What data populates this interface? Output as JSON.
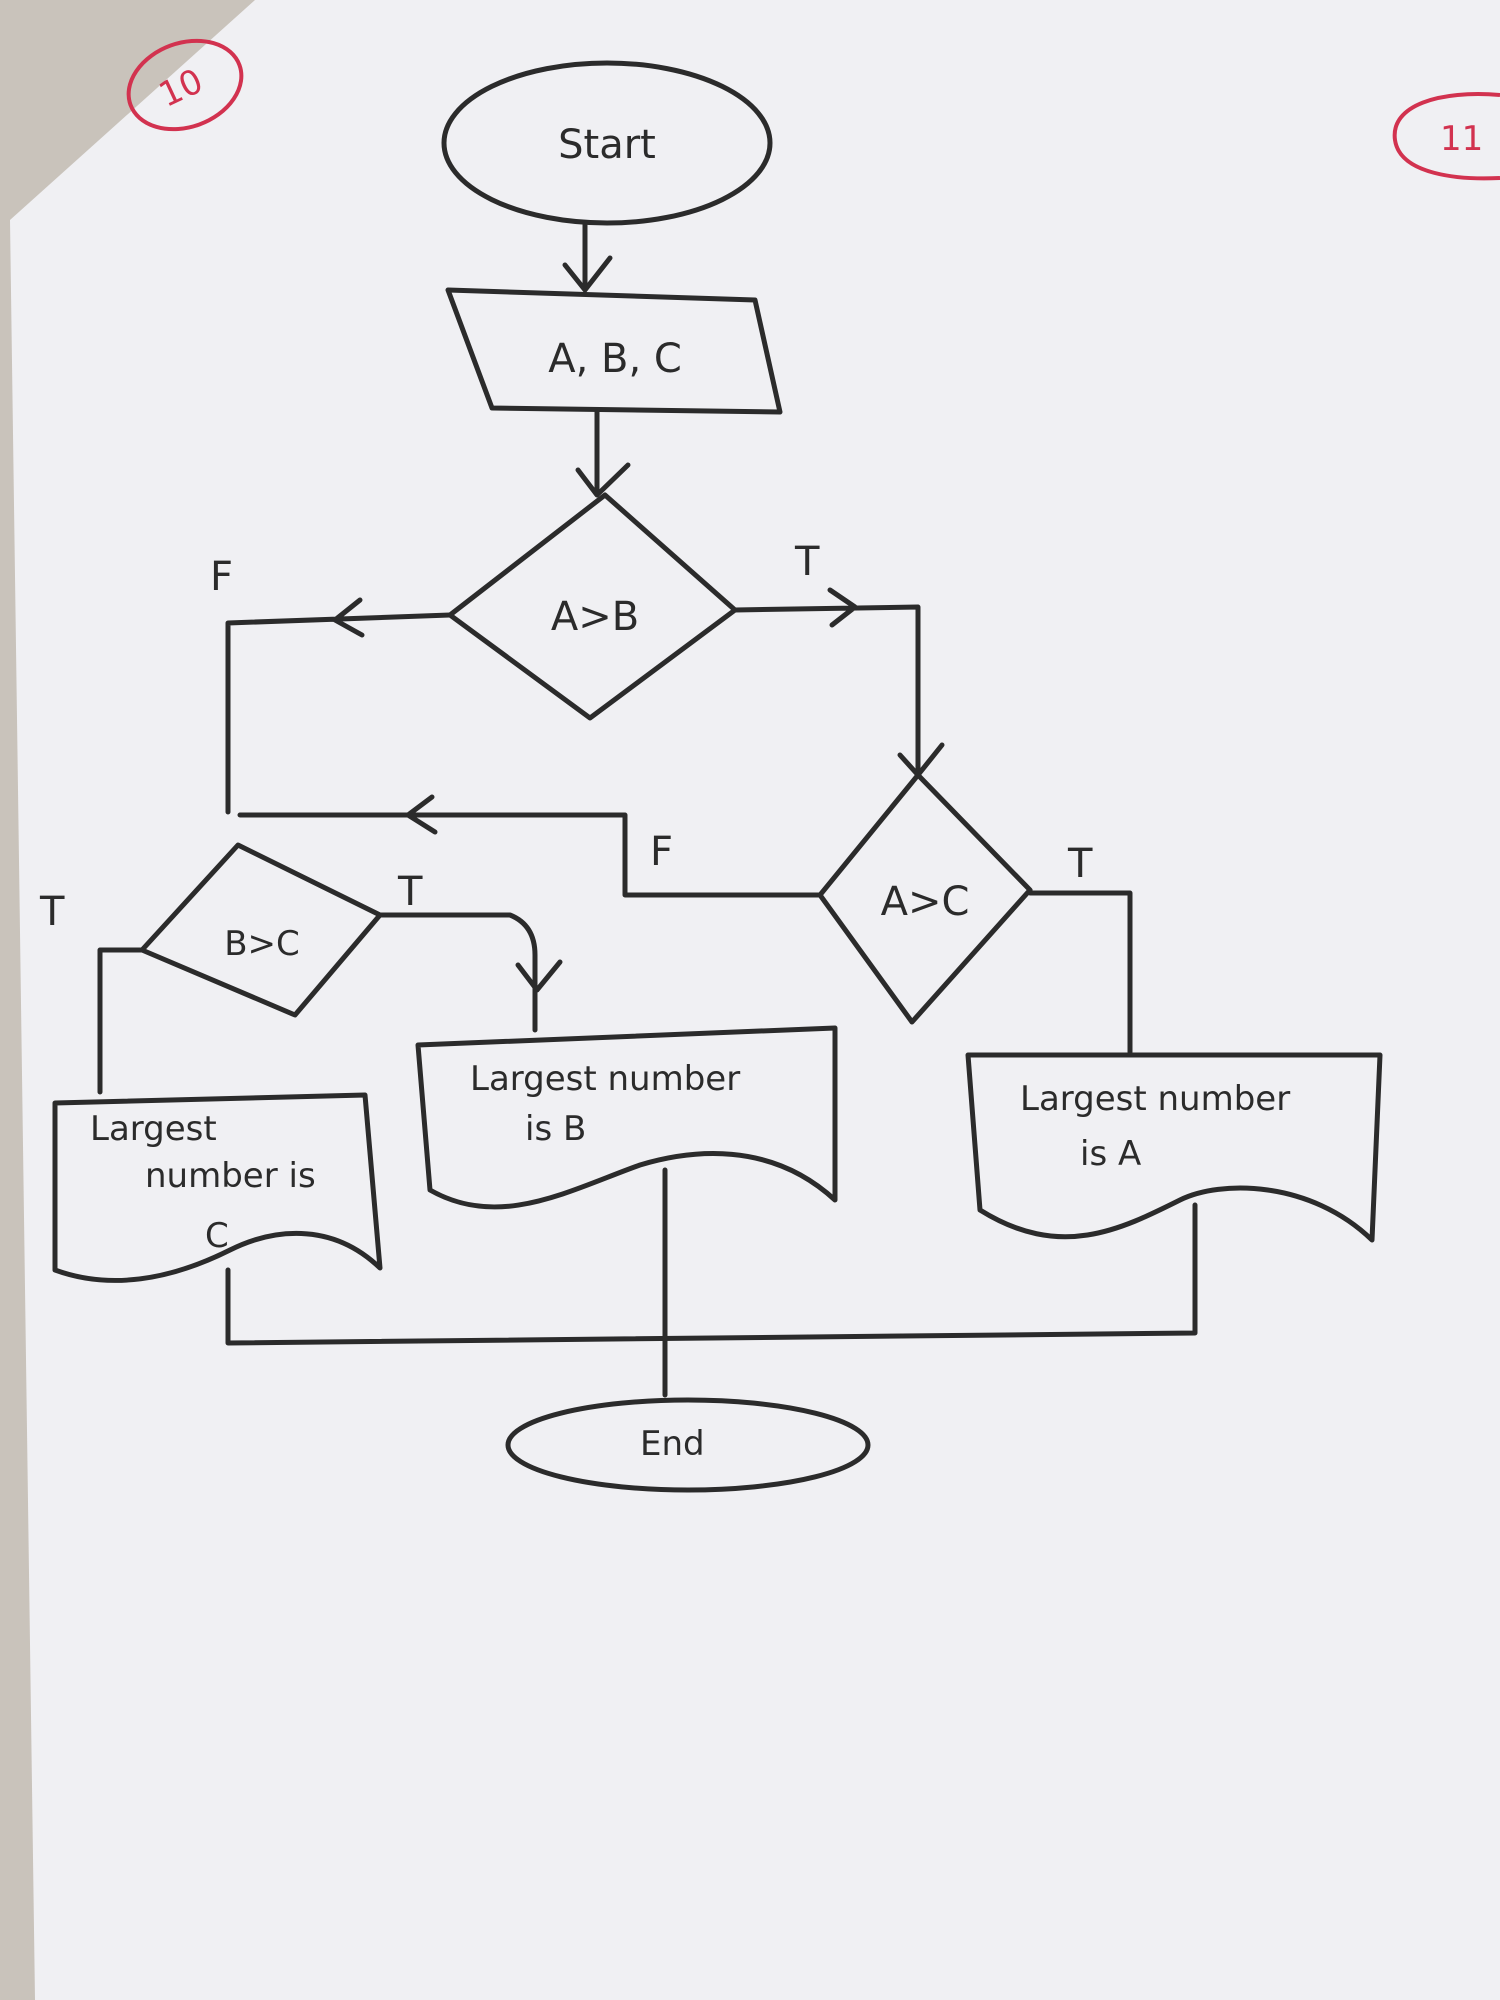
{
  "flowchart": {
    "start": "Start",
    "input": "A, B, C",
    "decision_ab": "A>B",
    "decision_ac": "A>C",
    "decision_bc": "B>C",
    "output_a": [
      "Largest number",
      "is A"
    ],
    "output_b": [
      "Largest number",
      "is B"
    ],
    "output_c": [
      "Largest",
      "number is",
      "C"
    ],
    "end": "End",
    "true_label": "T",
    "false_label": "F"
  },
  "annotations": {
    "page_mark_left": "10",
    "page_mark_right": "11"
  },
  "colors": {
    "ink": "#2b2b2b",
    "paper": "#f1f1f3",
    "red_mark": "#d2324f"
  }
}
